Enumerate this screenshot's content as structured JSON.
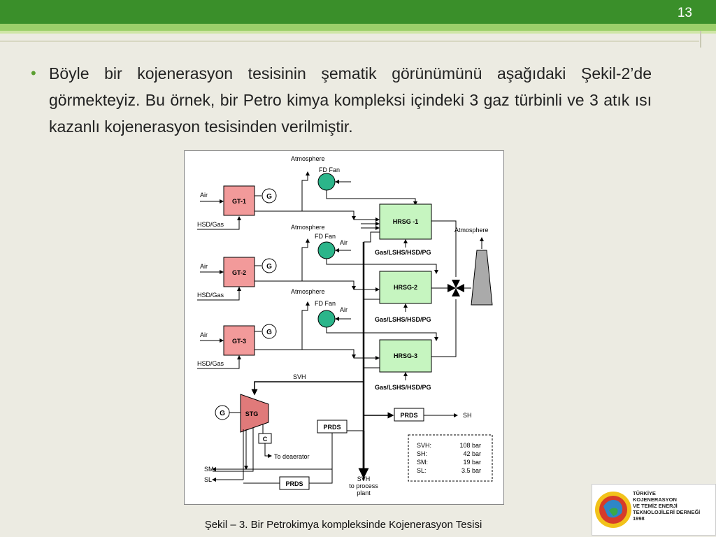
{
  "slide": {
    "page_number": "13",
    "bullet_text": "Böyle bir kojenerasyon tesisinin şematik görünümünü aşağıdaki Şekil-2’de görmekteyiz. Bu örnek, bir Petro kimya kompleksi içindeki 3 gaz türbinli ve 3 atık ısı kazanlı kojenerasyon tesisinden verilmiştir.",
    "caption": "Şekil – 3. Bir Petrokimya kompleksinde Kojenerasyon Tesisi",
    "logo_text": "TÜRKİYE\nKOJENERASYON\nVE TEMİZ ENERJİ\nTEKNOLOJİLERİ DERNEĞİ\n1998"
  },
  "diagram": {
    "gt": [
      "GT-1",
      "GT-2",
      "GT-3"
    ],
    "hrsg": [
      "HRSG -1",
      "HRSG-2",
      "HRSG-3"
    ],
    "generator": "G",
    "air": "Air",
    "fuel": "HSD/Gas",
    "atmosphere": "Atmosphere",
    "fd_fan": "FD Fan",
    "hrsg_fuel": "Gas/LSHS/HSD/PG",
    "stg": "STG",
    "condenser": "C",
    "to_deaerator": "To deaerator",
    "svh": "SVH",
    "svh_plant": [
      "SVH",
      "to process",
      "plant"
    ],
    "prds": "PRDS",
    "sh": "SH",
    "sm": "SM",
    "sl": "SL",
    "legend": [
      {
        "label": "SVH:",
        "value": "108 bar"
      },
      {
        "label": "SH:",
        "value": "42 bar"
      },
      {
        "label": "SM:",
        "value": "19 bar"
      },
      {
        "label": "SL:",
        "value": "3.5 bar"
      }
    ]
  }
}
